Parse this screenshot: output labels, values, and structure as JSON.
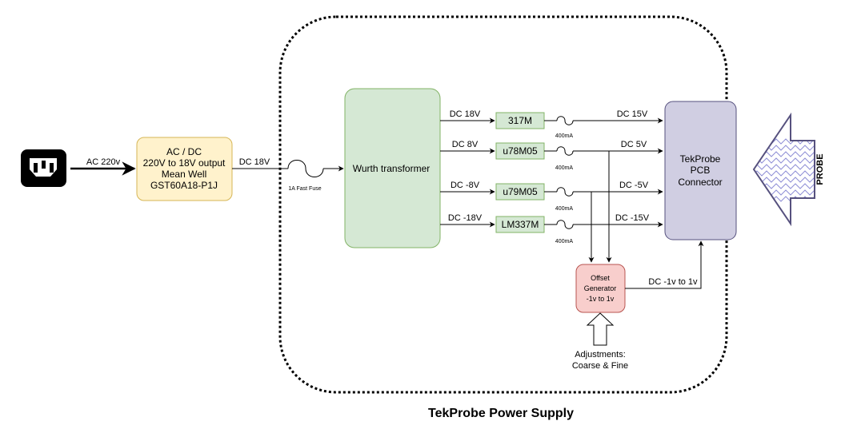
{
  "title": "TekProbe Power Supply",
  "input": {
    "label": "AC 220v"
  },
  "acdc": {
    "lines": [
      "AC / DC",
      "220V to 18V output",
      "Mean Well",
      "GST60A18-P1J"
    ]
  },
  "dc18_label": "DC 18V",
  "main_fuse": "1A Fast Fuse",
  "transformer": "Wurth transformer",
  "rails": [
    {
      "in_label": "DC 18V",
      "regulator": "317M",
      "fuse": "400mA",
      "out_label": "DC 15V"
    },
    {
      "in_label": "DC 8V",
      "regulator": "u78M05",
      "fuse": "400mA",
      "out_label": "DC 5V"
    },
    {
      "in_label": "DC -8V",
      "regulator": "u79M05",
      "fuse": "400mA",
      "out_label": "DC -5V"
    },
    {
      "in_label": "DC -18V",
      "regulator": "LM337M",
      "fuse": "400mA",
      "out_label": "DC -15V"
    }
  ],
  "connector": {
    "lines": [
      "TekProbe",
      "PCB",
      "Connector"
    ]
  },
  "offset": {
    "lines": [
      "Offset",
      "Generator",
      "-1v to 1v"
    ],
    "out_label": "DC -1v to 1v"
  },
  "adjustments": {
    "lines": [
      "Adjustments:",
      "Coarse & Fine"
    ]
  },
  "probe": {
    "label": "PROBE"
  },
  "colors": {
    "acdc_fill": "#fff2cc",
    "acdc_stroke": "#d6b656",
    "green_fill": "#d5e8d4",
    "green_stroke": "#82b366",
    "purple_fill": "#d0cee2",
    "purple_stroke": "#56517e",
    "red_fill": "#f8cecc",
    "red_stroke": "#b85450",
    "probe_stroke": "#56517e",
    "probe_zig": "#8f8fd6"
  }
}
